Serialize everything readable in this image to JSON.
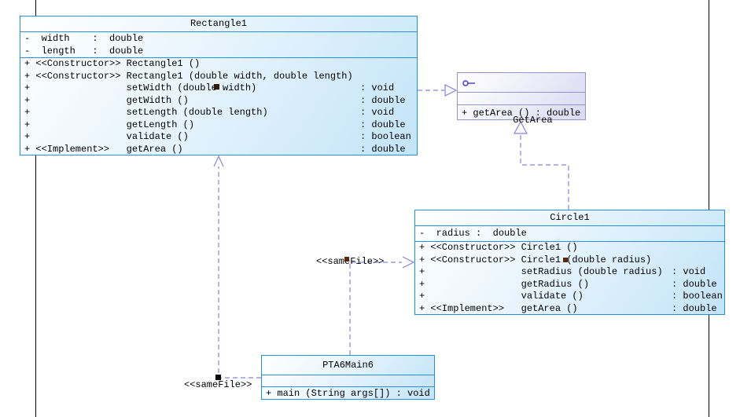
{
  "colors": {
    "class_border": "#2491d9",
    "class_fill": "#c3e4f8",
    "interface_border": "#9494c8",
    "connector": "#8585dc",
    "page_line": "#000000",
    "text": "#000000"
  },
  "rectangle1": {
    "title": "Rectangle1",
    "attrs": [
      "-  width    :  double",
      "-  length   :  double"
    ],
    "methods": [
      {
        "l": "+ <<Constructor>> Rectangle1 ()",
        "r": ""
      },
      {
        "l": "+ <<Constructor>> Rectangle1 (double width, double length)",
        "r": ""
      },
      {
        "l": "+                 setWidth (double width)",
        "r": ": void"
      },
      {
        "l": "+                 getWidth ()",
        "r": ": double"
      },
      {
        "l": "+                 setLength (double length)",
        "r": ": void"
      },
      {
        "l": "+                 getLength ()",
        "r": ": double"
      },
      {
        "l": "+                 validate ()",
        "r": ": boolean"
      },
      {
        "l": "+ <<Implement>>   getArea ()",
        "r": ": double"
      }
    ]
  },
  "getarea": {
    "title": "GetArea",
    "method": "+ getArea () : double"
  },
  "circle1": {
    "title": "Circle1",
    "attrs": [
      "-  radius :  double"
    ],
    "methods": [
      {
        "l": "+ <<Constructor>> Circle1 ()",
        "r": ""
      },
      {
        "l": "+ <<Constructor>> Circle1 (double radius)",
        "r": ""
      },
      {
        "l": "+                 setRadius (double radius)",
        "r": ": void"
      },
      {
        "l": "+                 getRadius ()",
        "r": ": double"
      },
      {
        "l": "+                 validate ()",
        "r": ": boolean"
      },
      {
        "l": "+ <<Implement>>   getArea ()",
        "r": ": double"
      }
    ]
  },
  "pta6main6": {
    "title": "PTA6Main6",
    "method": "+ main (String args[]) : void"
  },
  "edges": {
    "samefile_label_1": "<<sameFile>>",
    "samefile_label_2": "<<sameFile>>"
  }
}
